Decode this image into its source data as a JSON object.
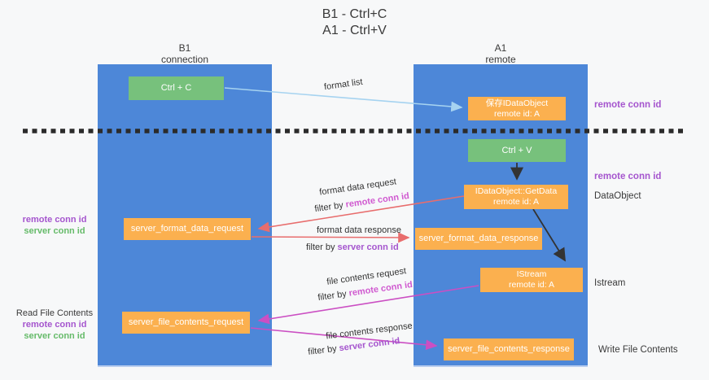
{
  "title": {
    "line1": "B1 - Ctrl+C",
    "line2": "A1 - Ctrl+V"
  },
  "columns": {
    "left": {
      "header_line1": "B1",
      "header_line2": "connection"
    },
    "right": {
      "header_line1": "A1",
      "header_line2": "remote"
    }
  },
  "nodes": {
    "ctrl_c": "Ctrl + C",
    "save_idataobject": {
      "line1": "保存IDataObject",
      "line2": "remote id: A"
    },
    "ctrl_v": "Ctrl + V",
    "getdata": {
      "line1": "IDataObject::GetData",
      "line2": "remote id: A"
    },
    "format_request": "server_format_data_request",
    "format_response": "server_format_data_response",
    "istream": {
      "line1": "IStream",
      "line2": "remote id: A"
    },
    "file_request": "server_file_contents_request",
    "file_response": "server_file_contents_response"
  },
  "edge_labels": {
    "format_list": "format list",
    "format_data_request": "format data request",
    "format_data_response": "format data response",
    "file_contents_request": "file contents request",
    "file_contents_response": "file contents response",
    "filter_by": "filter by",
    "remote_conn_id": "remote conn id",
    "server_conn_id": "server conn id"
  },
  "side_labels": {
    "remote_conn_id_top": "remote conn id",
    "remote_conn_id_mid": "remote conn id",
    "dataobject": "DataObject",
    "istream": "Istream",
    "write_file_contents": "Write File Contents",
    "read_file_contents": "Read File Contents",
    "left_remote_conn_id_1": "remote conn id",
    "left_server_conn_id_1": "server conn id",
    "left_remote_conn_id_2": "remote conn id",
    "left_server_conn_id_2": "server conn id"
  },
  "colors": {
    "column_blue": "#4d87d8",
    "box_green": "#77c17c",
    "box_orange": "#fbb04f",
    "arrow_blue": "#a6d3f0",
    "arrow_red": "#e86d6d",
    "arrow_magenta": "#cb4fc3",
    "arrow_black": "#333333",
    "label_purple": "#a555ce",
    "label_magenta": "#d05ad0",
    "label_green": "#66bb6a",
    "text_dark": "#3a3a3a",
    "background": "#f7f8f9"
  }
}
